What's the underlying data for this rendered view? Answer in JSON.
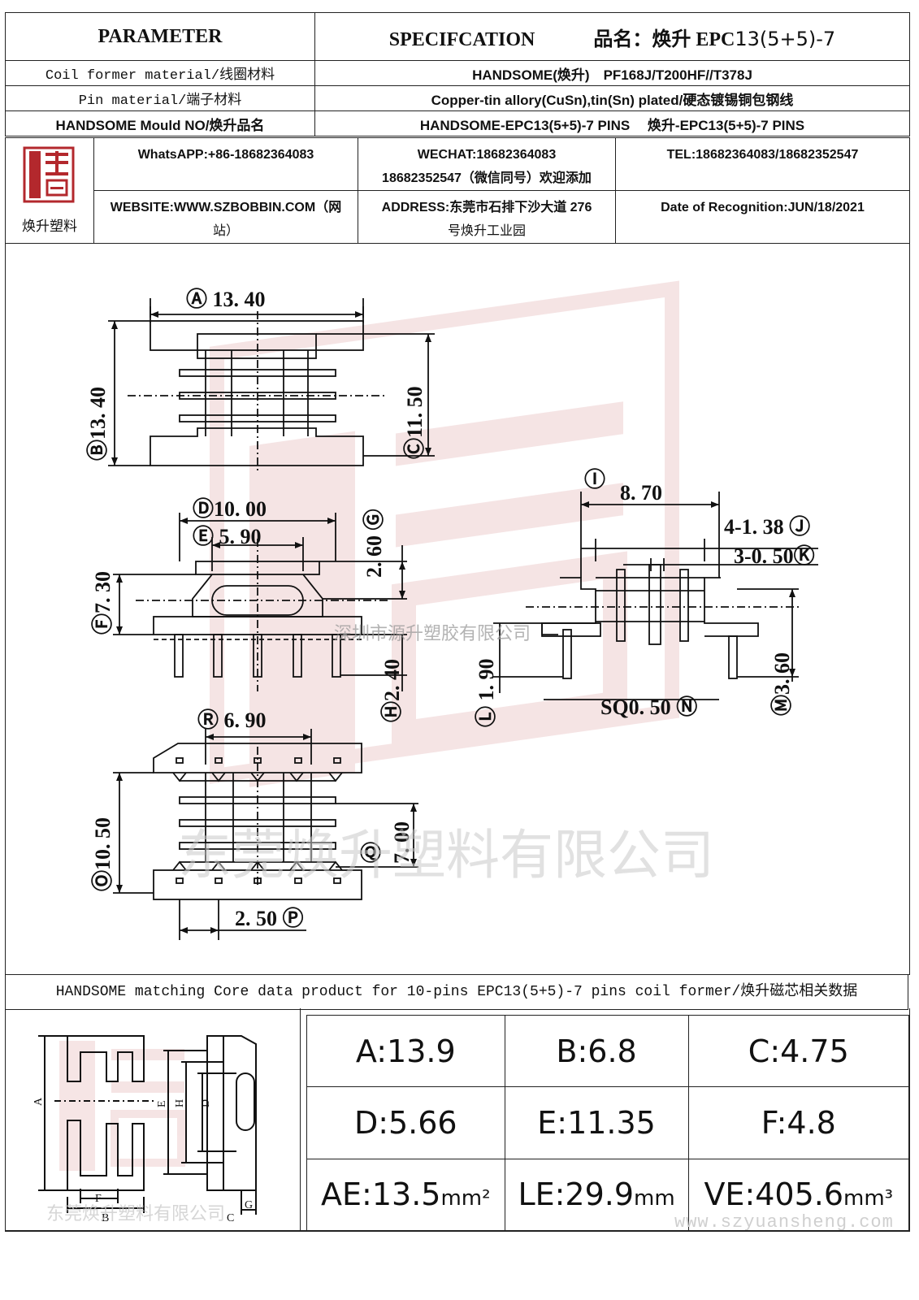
{
  "header": {
    "parameter_label": "PARAMETER",
    "specification_label": "SPECIFCATION",
    "product_name_prefix": "品名：焕升 EPC",
    "product_name_model": "13(5+5)-7",
    "rows": [
      {
        "label": "Coil former material/线圈材料",
        "value": "HANDSOME(焕升)　PF168J/T200HF//T378J"
      },
      {
        "label": "Pin material/端子材料",
        "value": "Copper-tin allory(CuSn),tin(Sn) plated/硬态镀锡铜包钢线"
      },
      {
        "label": "HANDSOME Mould NO/焕升品名",
        "value": "HANDSOME-EPC13(5+5)-7 PINS　 焕升-EPC13(5+5)-7 PINS"
      }
    ]
  },
  "company": {
    "logo_text": "焕升塑料",
    "whatsapp": "WhatsAPP:+86-18682364083",
    "wechat_line1": "WECHAT:18682364083",
    "wechat_line2": "18682352547（微信同号）欢迎添加",
    "tel": "TEL:18682364083/18682352547",
    "website_line1": "WEBSITE:WWW.SZBOBBIN.COM（网",
    "website_line2": "站）",
    "address_line1": "ADDRESS:东莞市石排下沙大道 276",
    "address_line2": "号焕升工业园",
    "date": "Date of Recognition:JUN/18/2021"
  },
  "drawing": {
    "dims": {
      "A": "13. 40",
      "B": "13. 40",
      "C": "11. 50",
      "D": "10. 00",
      "E": "5. 90",
      "F": "7. 30",
      "G": "2. 60",
      "H": "2. 40",
      "I": "8. 70",
      "J": "4-1. 38",
      "K": "3-0. 50",
      "L": "1. 90",
      "M": "3. 60",
      "N": "SQ0. 50",
      "O": "10. 50",
      "P": "2. 50",
      "Q": "7. 00",
      "R": "6. 90"
    },
    "watermark_small": "深圳市源升塑胶有限公司",
    "watermark_large": "东莞焕升塑料有限公司"
  },
  "core": {
    "title": "HANDSOME matching Core data  product for 10-pins EPC13(5+5)-7 pins coil former/焕升磁芯相关数据",
    "image_watermark": "东莞焕升塑料有限公司",
    "labels": {
      "A": "A",
      "B": "B",
      "C": "C",
      "D": "D",
      "E": "E",
      "F": "F",
      "G": "G",
      "H": "H"
    },
    "values": [
      [
        {
          "text": "A:13.9",
          "unit": ""
        },
        {
          "text": "B:6.8",
          "unit": ""
        },
        {
          "text": "C:4.75",
          "unit": ""
        }
      ],
      [
        {
          "text": "D:5.66",
          "unit": ""
        },
        {
          "text": "E:11.35",
          "unit": ""
        },
        {
          "text": "F:4.8",
          "unit": ""
        }
      ],
      [
        {
          "text": "AE:13.5",
          "unit": "mm²"
        },
        {
          "text": "LE:29.9",
          "unit": "mm"
        },
        {
          "text": "VE:405.6",
          "unit": "mm³"
        }
      ]
    ]
  },
  "footer": {
    "url_watermark": "www.szyuansheng.com"
  }
}
